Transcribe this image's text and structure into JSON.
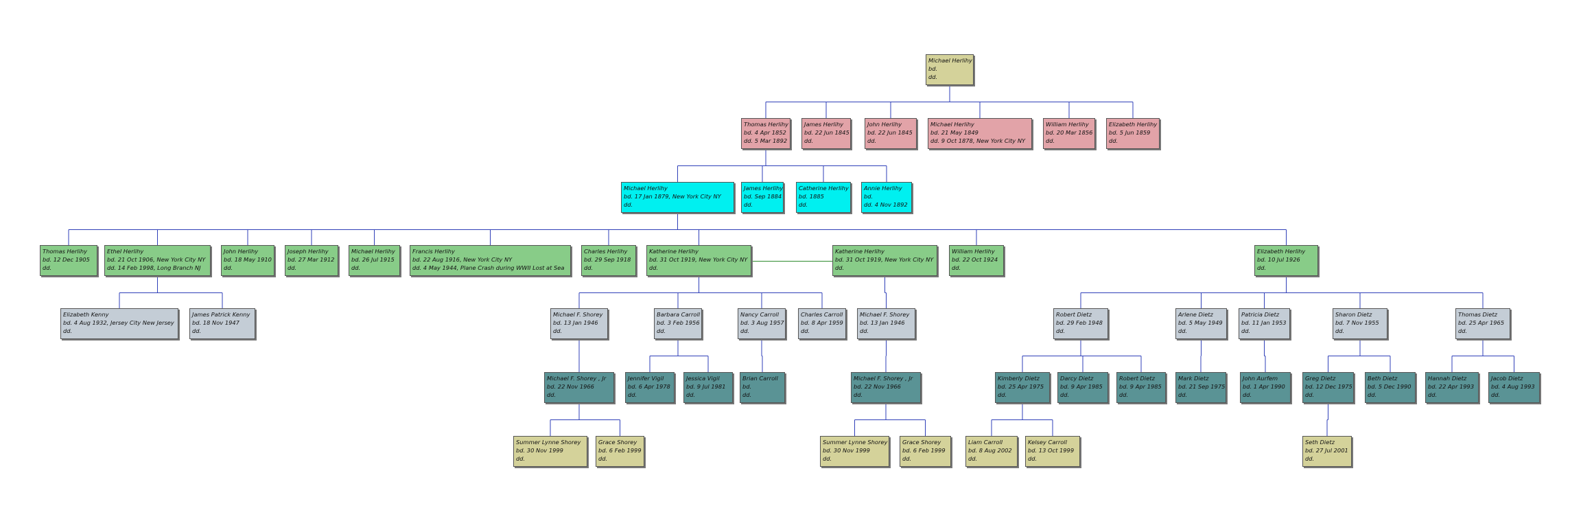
{
  "colors": {
    "gen0": "#d4d29a",
    "gen1": "#e2a3a8",
    "gen2": "#00f0f0",
    "gen3": "#88cc88",
    "gen4": "#c4cdd6",
    "gen5": "#5a9395",
    "gen6": "#d4d29a",
    "connector": "#2f3fb8",
    "marriage": "#2d8a2d"
  },
  "people": [
    {
      "id": "p0",
      "name": "Michael Herlihy",
      "born": "bd.",
      "died": "dd.",
      "gen": 0
    },
    {
      "id": "p1",
      "name": "Thomas Herlihy",
      "born": "bd. 4 Apr 1852",
      "died": "dd. 5 Mar 1892",
      "gen": 1
    },
    {
      "id": "p2",
      "name": "James Herlihy",
      "born": "bd. 22 Jun 1845",
      "died": "dd.",
      "gen": 1
    },
    {
      "id": "p3",
      "name": "John Herlihy",
      "born": "bd. 22 Jun 1845",
      "died": "dd.",
      "gen": 1
    },
    {
      "id": "p4",
      "name": "Michael Herlihy",
      "born": "bd. 21 May 1849",
      "died": "dd. 9 Oct 1878, New York City NY",
      "gen": 1
    },
    {
      "id": "p5",
      "name": "William Herlihy",
      "born": "bd. 20 Mar 1856",
      "died": "dd.",
      "gen": 1
    },
    {
      "id": "p6",
      "name": "Elizabeth Herlihy",
      "born": "bd. 5 Jun 1859",
      "died": "dd.",
      "gen": 1
    },
    {
      "id": "p7",
      "name": "Michael Herlihy",
      "born": "bd. 17 Jan 1879, New York City NY",
      "died": "dd.",
      "gen": 2
    },
    {
      "id": "p8",
      "name": "James Herlihy",
      "born": "bd. Sep 1884",
      "died": "dd.",
      "gen": 2
    },
    {
      "id": "p9",
      "name": "Catherine Herlihy",
      "born": "bd. 1885",
      "died": "dd.",
      "gen": 2
    },
    {
      "id": "p10",
      "name": "Annie Herlihy",
      "born": "bd.",
      "died": "dd. 4 Nov 1892",
      "gen": 2
    },
    {
      "id": "p11",
      "name": "Thomas Herlihy",
      "born": "bd. 12 Dec 1905",
      "died": "dd.",
      "gen": 3
    },
    {
      "id": "p12",
      "name": "Ethel Herlihy",
      "born": "bd. 21 Oct 1906, New York City NY",
      "died": "dd. 14 Feb 1998, Long Branch NJ",
      "gen": 3
    },
    {
      "id": "p13",
      "name": "John Herlihy",
      "born": "bd. 18 May 1910",
      "died": "dd.",
      "gen": 3
    },
    {
      "id": "p14",
      "name": "Joseph Herlihy",
      "born": "bd. 27 Mar 1912",
      "died": "dd.",
      "gen": 3
    },
    {
      "id": "p15",
      "name": "Michael Herlihy",
      "born": "bd. 26 Jul 1915",
      "died": "dd.",
      "gen": 3
    },
    {
      "id": "p16",
      "name": "Francis Herlihy",
      "born": "bd. 22 Aug 1916, New York City NY",
      "died": "dd. 4 May 1944, Plane Crash during WWII  Lost at Sea",
      "gen": 3
    },
    {
      "id": "p17",
      "name": "Charles Herlihy",
      "born": "bd. 29 Sep 1918",
      "died": "dd.",
      "gen": 3
    },
    {
      "id": "p18",
      "name": "Katherine Herlihy",
      "born": "bd. 31 Oct 1919, New York City NY",
      "died": "dd.",
      "gen": 3
    },
    {
      "id": "p19",
      "name": "Katherine Herlihy",
      "born": "bd. 31 Oct 1919, New York City NY",
      "died": "dd.",
      "gen": 3
    },
    {
      "id": "p20",
      "name": "William Herlihy",
      "born": "bd. 22 Oct 1924",
      "died": "dd.",
      "gen": 3
    },
    {
      "id": "p21",
      "name": "Elizabeth Herlihy",
      "born": "bd. 10 Jul 1926",
      "died": "dd.",
      "gen": 3
    },
    {
      "id": "p22",
      "name": "Elizabeth Kenny",
      "born": "bd. 4 Aug 1932, Jersey City New Jersey",
      "died": "dd.",
      "gen": 4
    },
    {
      "id": "p23",
      "name": "James Patrick Kenny",
      "born": "bd. 18 Nov 1947",
      "died": "dd.",
      "gen": 4
    },
    {
      "id": "p24",
      "name": "Michael F. Shorey",
      "born": "bd. 13 Jan 1946",
      "died": "dd.",
      "gen": 4
    },
    {
      "id": "p25",
      "name": "Barbara Carroll",
      "born": "bd. 3 Feb 1956",
      "died": "dd.",
      "gen": 4
    },
    {
      "id": "p26",
      "name": "Nancy Carroll",
      "born": "bd. 3 Aug 1957",
      "died": "dd.",
      "gen": 4
    },
    {
      "id": "p27",
      "name": "Charles Carroll",
      "born": "bd. 8 Apr 1959",
      "died": "dd.",
      "gen": 4
    },
    {
      "id": "p28",
      "name": "Michael F. Shorey",
      "born": "bd. 13 Jan 1946",
      "died": "dd.",
      "gen": 4
    },
    {
      "id": "p29",
      "name": "Robert Dietz",
      "born": "bd. 29 Feb 1948",
      "died": "dd.",
      "gen": 4
    },
    {
      "id": "p30",
      "name": "Arlene Dietz",
      "born": "bd. 5 May 1949",
      "died": "dd.",
      "gen": 4
    },
    {
      "id": "p31",
      "name": "Patricia Dietz",
      "born": "bd. 11 Jan 1953",
      "died": "dd.",
      "gen": 4
    },
    {
      "id": "p32",
      "name": "Sharon Dietz",
      "born": "bd. 7 Nov 1955",
      "died": "dd.",
      "gen": 4
    },
    {
      "id": "p33",
      "name": "Thomas Dietz",
      "born": "bd. 25 Apr 1965",
      "died": "dd.",
      "gen": 4
    },
    {
      "id": "p34",
      "name": "Michael F. Shorey , Jr",
      "born": "bd. 22 Nov 1966",
      "died": "dd.",
      "gen": 5
    },
    {
      "id": "p35",
      "name": "Jennifer Vigil",
      "born": "bd. 6 Apr 1978",
      "died": "dd.",
      "gen": 5
    },
    {
      "id": "p36",
      "name": "Jessica Vigil",
      "born": "bd. 9 Jul 1981",
      "died": "dd.",
      "gen": 5
    },
    {
      "id": "p37",
      "name": "Brian Carroll",
      "born": "bd.",
      "died": "dd.",
      "gen": 5
    },
    {
      "id": "p38",
      "name": "Michael F. Shorey , Jr",
      "born": "bd. 22 Nov 1966",
      "died": "dd.",
      "gen": 5
    },
    {
      "id": "p39",
      "name": "Kimberly Dietz",
      "born": "bd. 25 Apr 1975",
      "died": "dd.",
      "gen": 5
    },
    {
      "id": "p40",
      "name": "Darcy Dietz",
      "born": "bd. 9 Apr 1985",
      "died": "dd.",
      "gen": 5
    },
    {
      "id": "p41",
      "name": "Robert Dietz",
      "born": "bd. 9 Apr 1985",
      "died": "dd.",
      "gen": 5
    },
    {
      "id": "p42",
      "name": "Mark Dietz",
      "born": "bd. 21 Sep 1975",
      "died": "dd.",
      "gen": 5
    },
    {
      "id": "p43",
      "name": "John Aurfem",
      "born": "bd. 1 Apr 1990",
      "died": "dd.",
      "gen": 5
    },
    {
      "id": "p44",
      "name": "Greg Dietz",
      "born": "bd. 12 Dec 1975",
      "died": "dd.",
      "gen": 5
    },
    {
      "id": "p45",
      "name": "Beth Dietz",
      "born": "bd. 5 Dec 1990",
      "died": "dd.",
      "gen": 5
    },
    {
      "id": "p46",
      "name": "Hannah Dietz",
      "born": "bd. 22 Apr 1993",
      "died": "dd.",
      "gen": 5
    },
    {
      "id": "p47",
      "name": "Jacob Dietz",
      "born": "bd. 4 Aug 1993",
      "died": "dd.",
      "gen": 5
    },
    {
      "id": "p48",
      "name": "Summer Lynne Shorey",
      "born": "bd. 30 Nov 1999",
      "died": "dd.",
      "gen": 6
    },
    {
      "id": "p49",
      "name": "Grace Shorey",
      "born": "bd. 6 Feb 1999",
      "died": "dd.",
      "gen": 6
    },
    {
      "id": "p50",
      "name": "Summer Lynne Shorey",
      "born": "bd. 30 Nov 1999",
      "died": "dd.",
      "gen": 6
    },
    {
      "id": "p51",
      "name": "Grace Shorey",
      "born": "bd. 6 Feb 1999",
      "died": "dd.",
      "gen": 6
    },
    {
      "id": "p52",
      "name": "Liam Carroll",
      "born": "bd. 8 Aug 2002",
      "died": "dd.",
      "gen": 6
    },
    {
      "id": "p53",
      "name": "Kelsey Carroll",
      "born": "bd. 13 Oct 1999",
      "died": "dd.",
      "gen": 6
    },
    {
      "id": "p54",
      "name": "Seth Dietz",
      "born": "bd. 27 Jul 2001",
      "died": "dd.",
      "gen": 6
    }
  ],
  "relations": [
    {
      "parent": "p0",
      "children": [
        "p1",
        "p2",
        "p3",
        "p4",
        "p5",
        "p6"
      ]
    },
    {
      "parent": "p1",
      "children": [
        "p7",
        "p8",
        "p9",
        "p10"
      ]
    },
    {
      "parent": "p7",
      "children": [
        "p11",
        "p12",
        "p13",
        "p14",
        "p15",
        "p16",
        "p17",
        "p18",
        "p20",
        "p21"
      ]
    },
    {
      "parent": "p12",
      "children": [
        "p22",
        "p23"
      ]
    },
    {
      "parent": "p18",
      "children": [
        "p24",
        "p25",
        "p26",
        "p27"
      ]
    },
    {
      "parent": "p19",
      "children": [
        "p28"
      ]
    },
    {
      "parent": "p21",
      "children": [
        "p29",
        "p30",
        "p31",
        "p32",
        "p33"
      ]
    },
    {
      "parent": "p24",
      "children": [
        "p34"
      ]
    },
    {
      "parent": "p25",
      "children": [
        "p35",
        "p36"
      ]
    },
    {
      "parent": "p26",
      "children": [
        "p37"
      ]
    },
    {
      "parent": "p28",
      "children": [
        "p38"
      ]
    },
    {
      "parent": "p29",
      "children": [
        "p39",
        "p40",
        "p41"
      ]
    },
    {
      "parent": "p30",
      "children": [
        "p42"
      ]
    },
    {
      "parent": "p31",
      "children": [
        "p43"
      ]
    },
    {
      "parent": "p32",
      "children": [
        "p44",
        "p45"
      ]
    },
    {
      "parent": "p33",
      "children": [
        "p46",
        "p47"
      ]
    },
    {
      "parent": "p34",
      "children": [
        "p48",
        "p49"
      ]
    },
    {
      "parent": "p38",
      "children": [
        "p50",
        "p51"
      ]
    },
    {
      "parent": "p39",
      "children": [
        "p52",
        "p53"
      ]
    },
    {
      "parent": "p44",
      "children": [
        "p54"
      ]
    }
  ],
  "marriages": [
    {
      "a": "p18",
      "b": "p19"
    }
  ]
}
